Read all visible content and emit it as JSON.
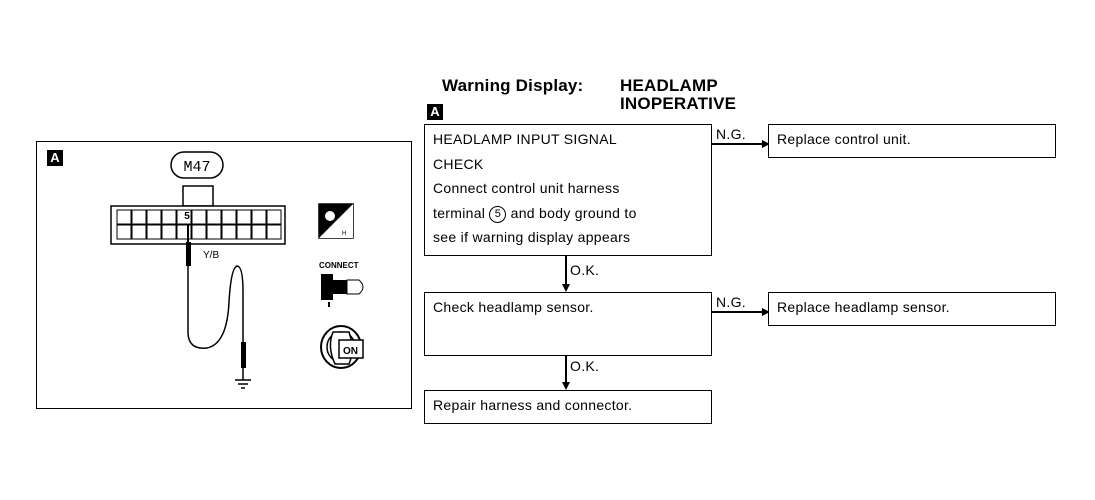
{
  "title": {
    "prefix": "Warning Display:",
    "line1": "HEADLAMP",
    "line2": "INOPERATIVE"
  },
  "flow_badge": "A",
  "steps": [
    {
      "id": "step1",
      "line1": "HEADLAMP INPUT SIGNAL",
      "line2": "CHECK",
      "line3": "Connect control unit harness",
      "line4_pre": "terminal",
      "terminal": "5",
      "line4_post": "and body ground to",
      "line5": "see if warning display appears"
    },
    {
      "id": "step2",
      "text": "Check headlamp sensor."
    },
    {
      "id": "step3",
      "text": "Repair harness and connector."
    }
  ],
  "ng_results": [
    {
      "label": "N.G.",
      "text": "Replace control unit."
    },
    {
      "label": "N.G.",
      "text": "Replace headlamp sensor."
    }
  ],
  "ok_labels": [
    "O.K.",
    "O.K."
  ],
  "diagram": {
    "badge": "A",
    "connector_id": "M47",
    "terminal_number": "5",
    "wire_color": "Y/B",
    "connect_label": "CONNECT",
    "key_label": "ON",
    "icon_letter": "H",
    "icons": [
      "harness-tester-icon",
      "connect-icon",
      "ignition-on-icon",
      "ground-icon"
    ]
  }
}
